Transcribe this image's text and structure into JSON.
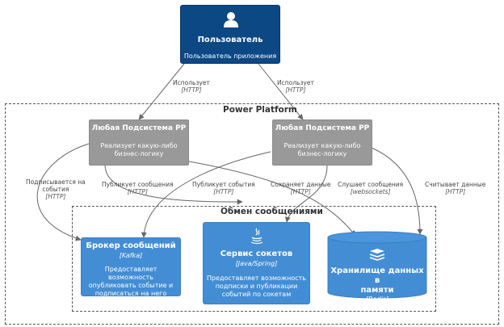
{
  "person": {
    "title": "Пользователь",
    "description": "Пользователь приложения",
    "icon": "user-icon"
  },
  "boundaries": {
    "outer": "Power Platform",
    "inner": "Обмен сообщениями"
  },
  "subsystems": [
    {
      "title": "Любая Подсистема PP",
      "description": [
        "Реализует какую-либо",
        "бизнес-логику"
      ]
    },
    {
      "title": "Любая Подсистема PP",
      "description": [
        "Реализует какую-либо",
        "бизнес-логику"
      ]
    }
  ],
  "containers": {
    "broker": {
      "title": "Брокер сообщений",
      "tech": "[Kafka]",
      "description": [
        "Предоставляет возможность",
        "опубликовать событие и",
        "подписаться на него"
      ]
    },
    "socket": {
      "title": "Сервис сокетов",
      "tech": "[Java/Spring]",
      "description": [
        "Предоставляет возможность",
        "подписки и публикации",
        "событий по сокетам"
      ],
      "icon": "java-icon"
    },
    "storage": {
      "title": [
        "Хранилище данных в",
        "памяти"
      ],
      "tech": "[Redis]",
      "icon": "redis-icon"
    }
  },
  "relations": {
    "uses1": {
      "label": "Использует",
      "tech": "[HTTP]"
    },
    "uses2": {
      "label": "Использует",
      "tech": "[HTTP]"
    },
    "subscribes": {
      "label": [
        "Подписывается на",
        "события"
      ],
      "tech": "[HTTP]"
    },
    "publishes_msg": {
      "label": "Публикует сообщения",
      "tech": "[HTTP]"
    },
    "publishes_evt": {
      "label": "Публикует события",
      "tech": "[HTTP]"
    },
    "stores": {
      "label": "Сохраняет данные",
      "tech": "[HTTP]"
    },
    "listens": {
      "label": "Слушает сообщения",
      "tech": "[websockets]"
    },
    "reads": {
      "label": "Считывает данные",
      "tech": "[HTTP]"
    }
  },
  "colors": {
    "person": "#0b4884",
    "system": "#999999",
    "container": "#438dd5",
    "line": "#666666"
  }
}
